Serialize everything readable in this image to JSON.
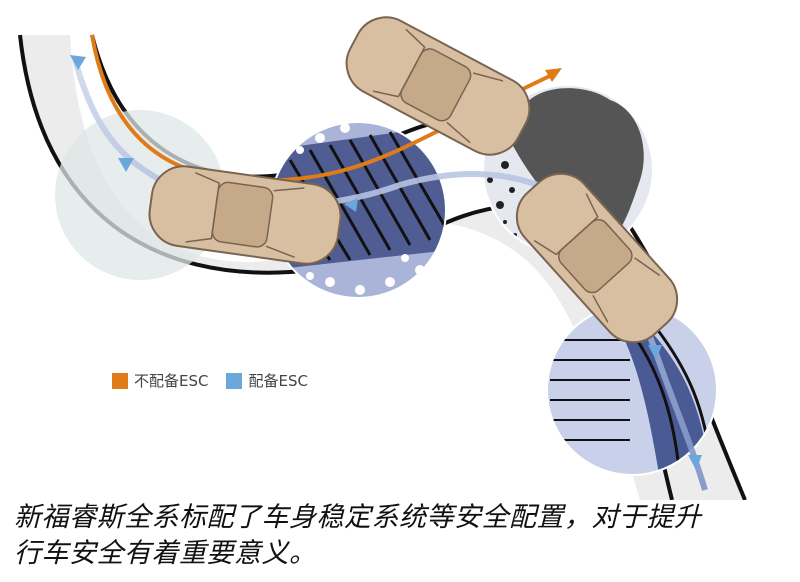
{
  "legend": {
    "items": [
      {
        "label": "不配备ESC",
        "color": "#e07b1a"
      },
      {
        "label": "配备ESC",
        "color": "#6aa8dc"
      }
    ]
  },
  "caption": {
    "line1": "新福睿斯全系标配了车身稳定系统等安全配置，对于提升",
    "line2": "行车安全有着重要意义。"
  },
  "colors": {
    "road": "#ececec",
    "car": "#d9bfa2",
    "car_outline": "#7a6450",
    "circle_tint": "#d6dbea",
    "path_blue": "#7a94c8"
  }
}
